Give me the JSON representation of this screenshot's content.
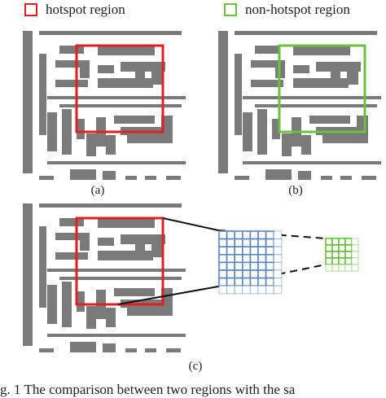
{
  "legend": {
    "hotspot": {
      "label": "hotspot region",
      "color": "#e02020"
    },
    "non_hotspot": {
      "label": "non-hotspot region",
      "color": "#6cc040"
    }
  },
  "panels": {
    "a": {
      "label": "(a)"
    },
    "b": {
      "label": "(b)"
    },
    "c": {
      "label": "(c)"
    }
  },
  "colors": {
    "layout_shape": "#7a7a7a",
    "large_grid": "#5b86b8",
    "small_grid": "#6cc040"
  },
  "caption": {
    "text": "g. 1 The comparison between two regions with the sa"
  }
}
